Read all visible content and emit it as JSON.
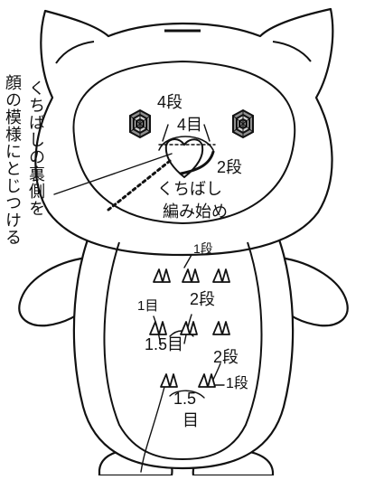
{
  "colors": {
    "line": "#111111",
    "fill": "#ffffff",
    "eye_fill": "#9a9a9a"
  },
  "side_note": {
    "line1": "くちばしの裏側を",
    "line2": "顔の模様にとじつける"
  },
  "head_labels": {
    "rows_4": "4段",
    "stitches_4": "4目",
    "rows_2": "2段",
    "beak_start_line1": "くちばし",
    "beak_start_line2": "編み始め"
  },
  "belly_labels": {
    "row_1": "1段",
    "stitch_1": "1目",
    "rows_2_upper": "2段",
    "stitches_1_5_upper": "1.5目",
    "rows_2_lower": "2段",
    "row_1_lower": "1段",
    "stitches_1_5_lower_line1": "1.5",
    "stitches_1_5_lower_line2": "目"
  }
}
